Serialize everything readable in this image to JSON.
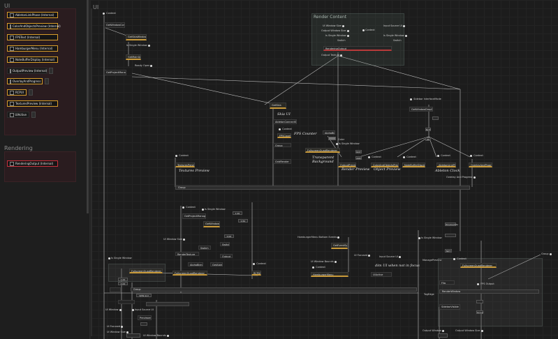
{
  "sidebar": {
    "ui_title": "UI",
    "rendering_title": "Rendering",
    "ui_items": [
      "AbletonLinkPhase (Internal)",
      "ColorAndObjectsPreview (Internal)",
      "FPSText (Internal)",
      "HamburgerMenu (Internal)",
      "NoteBufferDisplay (Internal)",
      "OutputPreview (Internal)",
      "OverlayAndProgress",
      "RCPUI",
      "TexturesPreview (Internal)",
      "UIActive"
    ],
    "rendering_items": [
      "RenderingOutput (Internal)"
    ]
  },
  "graph": {
    "title": "UI",
    "render_group_title": "Render Content",
    "comments": {
      "skia_ui": "Skia UI",
      "fps_counter": "FPS Counter",
      "transparent_bg": "Transparent\nBackground",
      "render_preview": "Render Preview",
      "object_preview": "Object Preview",
      "ableton_clock": "Ableton Clock",
      "textures_preview": "Textures Preview",
      "dim_ui": "dim UI when not in focus"
    },
    "labels": {
      "context": "Context",
      "get_window_config": "GetWindowConfig",
      "is_single_window": "Is Single Window",
      "get_skia_window": "GetSkiaWindow",
      "get_main_gpu": "GetMainGpu",
      "ready_open": "Ready Open",
      "get_project_manager": "GetProjectManager",
      "ui_window_size": "UI Window Size",
      "output_window_size": "Output Window Size",
      "input_source_ui": "Input Source UI",
      "switch": "Switch",
      "rendering_output": "RenderingOutput",
      "output_texture": "Output Texture",
      "get_skia": "GetSkia",
      "sidebar_interface_mode": "Sidebar InterfaceMode",
      "get_window_drop_down": "GetWindowDropDown",
      "ableton_connect_space": "AbletonConnectSpace",
      "alpha_blend": "AlphaBlend",
      "color": "Color",
      "fps_count": "FPSCount",
      "group": "Group",
      "grid_render": "GridRender",
      "fullscreen_quad_renderer": "FullscreenQuadRenderer",
      "output_preview": "OutputPreview",
      "color_and_objects_preview": "ColorAndObjectsPreview",
      "note_buffer_display": "NoteBufferDisplay",
      "ableton_link_phase": "AbletonLinkPhase",
      "overlay_and_progress": "OverlayAndProgress",
      "overlay_and_progress_label": "Overlay And Progress",
      "textures_preview": "TexturesPreview",
      "not": "NOT",
      "and": "AND",
      "or": "OR",
      "get_window_size": "GetWindowSize",
      "ui_window": "UI Window",
      "get_ui_input": "GetUIInput",
      "render_texture": "RenderTexture",
      "alpha_blend_2": "AlphaBlend",
      "get_alpha": "GetAlpha",
      "output": "Output",
      "rcpui": "RCPUI",
      "hamburger_menu_bottom_events": "HamburgerMenu Bottom Events",
      "get_event_spread": "GetEventSpread",
      "ui_window_bounds": "UI Window Bounds",
      "ui_focused": "UI Focused",
      "hamburger_menu": "HamburgerMenu",
      "input_source_ui_2": "Input Source UI",
      "ui_active": "UIActive",
      "manage_preview": "ManagePreview",
      "is_single_window_2": "Is Single Window",
      "window_size_2": "WindowSize",
      "rendering_output_2": "RenderingOutput",
      "fullscreen_quad_renderer_2": "FullscreenQuadRenderer",
      "sidebar_visible": "SidebarVisible",
      "tog_edge": "TogEdge",
      "render_window": "RenderWindow",
      "fps_output": "FPS Output",
      "output_window": "Output Window",
      "output_window_size_2": "Output Window Size",
      "group_2": "Group",
      "flip": "Flip",
      "ui_window_size_2": "UI Window Size",
      "ui_window_bounds_2": "UI Window Bounds",
      "previewed": "Previewed",
      "editor_cut": "Editor Cut",
      "spin_ui": "SPIN GUI",
      "edge_ui": "Edge"
    },
    "values": {
      "v1": "1.00",
      "v2": "0.50",
      "v3": "0.00",
      "v4": "1.00",
      "v5": "0.00",
      "v6": "1.00",
      "v7": "0.00"
    }
  }
}
